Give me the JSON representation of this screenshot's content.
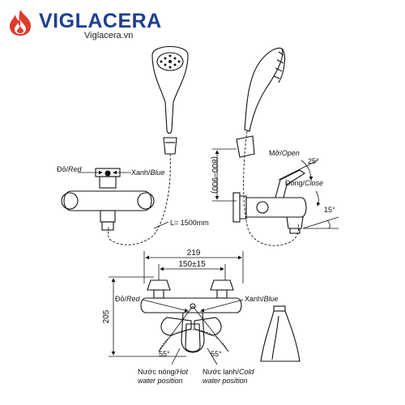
{
  "brand": {
    "name": "VIGLACERA",
    "url": "Viglacera.vn",
    "color": "#1f3f8f",
    "logo_color": "#e03a2b"
  },
  "front_view": {
    "label_red_vi": "Đỏ/",
    "label_red_en": "Red",
    "label_blue_vi": "Xanh/",
    "label_blue_en": "Blue",
    "hose_length": "L= 1500mm"
  },
  "side_view": {
    "height_range": "(800~900)",
    "open_vi": "Mở/",
    "open_en": "Open",
    "open_angle": "25°",
    "close_vi": "Đóng/",
    "close_en": "Close",
    "spout_angle": "15°"
  },
  "bottom_view": {
    "width_total": "219",
    "width_center": "150±15",
    "height": "205",
    "label_red_vi": "Đỏ/",
    "label_red_en": "Red",
    "label_blue_vi": "Xanh/",
    "label_blue_en": "Blue",
    "angle_left": "55°",
    "angle_right": "55°",
    "hot_vi": "Nước nóng/",
    "hot_en": "Hot",
    "hot_line2": "water position",
    "cold_vi": "Nước lạnh/",
    "cold_en": "Cold",
    "cold_line2": "water position"
  }
}
